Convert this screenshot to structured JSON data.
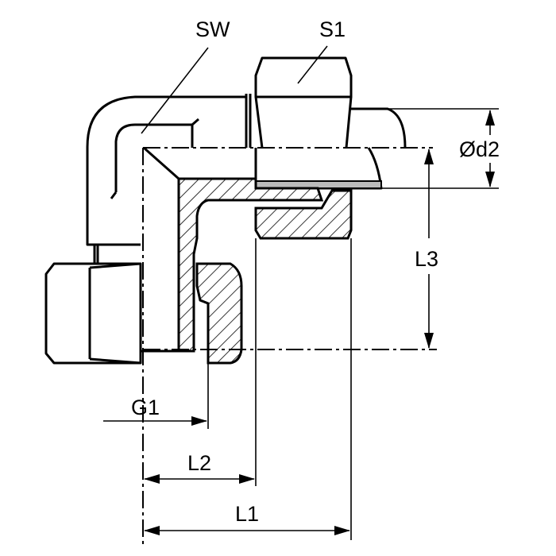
{
  "labels": {
    "sw": "SW",
    "s1": "S1",
    "d2": "Ød2",
    "l3": "L3",
    "g1": "G1",
    "l2": "L2",
    "l1": "L1"
  },
  "colors": {
    "line": "#000000",
    "background": "#ffffff"
  }
}
